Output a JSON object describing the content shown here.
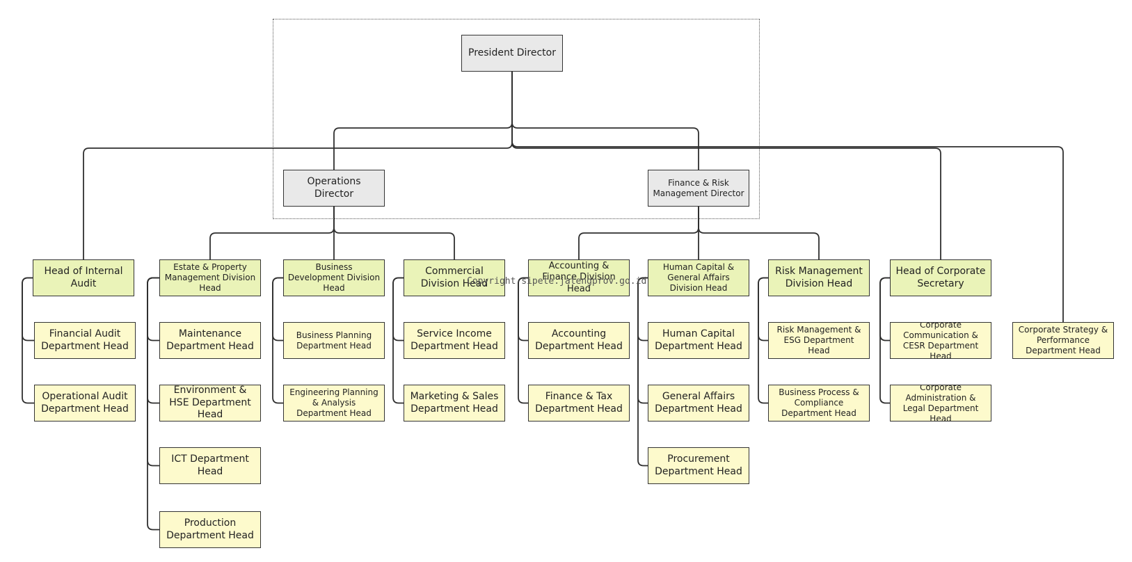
{
  "watermark": "Copyright sipete.jatengprov.go.id",
  "colors": {
    "director_fill": "#e9e9e9",
    "division_fill": "#eaf3b8",
    "department_fill": "#fdfacc",
    "line": "#2f2f2f"
  },
  "nodes": [
    {
      "id": "president",
      "label": "President Director",
      "level": "director"
    },
    {
      "id": "ops",
      "label": "Operations Director",
      "level": "director"
    },
    {
      "id": "fin",
      "label": "Finance & Risk Management Director",
      "level": "director"
    },
    {
      "id": "audit",
      "label": "Head of Internal Audit",
      "level": "division"
    },
    {
      "id": "fa",
      "label": "Financial Audit Department Head",
      "level": "department"
    },
    {
      "id": "oa",
      "label": "Operational Audit Department Head",
      "level": "department"
    },
    {
      "id": "estate",
      "label": "Estate & Property Management Division Head",
      "level": "division"
    },
    {
      "id": "maint",
      "label": "Maintenance Department Head",
      "level": "department"
    },
    {
      "id": "env",
      "label": "Environment & HSE Department Head",
      "level": "department"
    },
    {
      "id": "ict",
      "label": "ICT Department Head",
      "level": "department"
    },
    {
      "id": "prod",
      "label": "Production Department Head",
      "level": "department"
    },
    {
      "id": "bizdev",
      "label": "Business Development Division Head",
      "level": "division"
    },
    {
      "id": "bizplan",
      "label": "Business Planning Department Head",
      "level": "department"
    },
    {
      "id": "eng",
      "label": "Engineering Planning & Analysis Department Head",
      "level": "department"
    },
    {
      "id": "comm",
      "label": "Commercial Division Head",
      "level": "division"
    },
    {
      "id": "service",
      "label": "Service Income Department Head",
      "level": "department"
    },
    {
      "id": "market",
      "label": "Marketing & Sales Department Head",
      "level": "department"
    },
    {
      "id": "accfin",
      "label": "Accounting & Finance Division Head",
      "level": "division"
    },
    {
      "id": "acc",
      "label": "Accounting Department Head",
      "level": "department"
    },
    {
      "id": "tax",
      "label": "Finance & Tax Department Head",
      "level": "department"
    },
    {
      "id": "hc",
      "label": "Human Capital & General Affairs Division Head",
      "level": "division"
    },
    {
      "id": "hcd",
      "label": "Human Capital Department Head",
      "level": "department"
    },
    {
      "id": "ga",
      "label": "General Affairs Department Head",
      "level": "department"
    },
    {
      "id": "proc",
      "label": "Procurement Department Head",
      "level": "department"
    },
    {
      "id": "risk",
      "label": "Risk Management Division Head",
      "level": "division"
    },
    {
      "id": "esg",
      "label": "Risk Management & ESG Department Head",
      "level": "department"
    },
    {
      "id": "bpc",
      "label": "Business Process & Compliance Department Head",
      "level": "department"
    },
    {
      "id": "corpsec",
      "label": "Head of Corporate Secretary",
      "level": "division"
    },
    {
      "id": "cesr",
      "label": "Corporate Communication & CESR Department Head",
      "level": "department"
    },
    {
      "id": "legal",
      "label": "Corporate Administration & Legal Department Head",
      "level": "department"
    },
    {
      "id": "strategy",
      "label": "Corporate Strategy & Performance Department Head",
      "level": "department"
    }
  ],
  "edges": [
    [
      "president",
      "ops"
    ],
    [
      "president",
      "fin"
    ],
    [
      "president",
      "audit"
    ],
    [
      "president",
      "corpsec"
    ],
    [
      "president",
      "strategy"
    ],
    [
      "ops",
      "estate"
    ],
    [
      "ops",
      "bizdev"
    ],
    [
      "ops",
      "comm"
    ],
    [
      "fin",
      "accfin"
    ],
    [
      "fin",
      "hc"
    ],
    [
      "fin",
      "risk"
    ],
    [
      "audit",
      "fa"
    ],
    [
      "audit",
      "oa"
    ],
    [
      "estate",
      "maint"
    ],
    [
      "estate",
      "env"
    ],
    [
      "estate",
      "ict"
    ],
    [
      "estate",
      "prod"
    ],
    [
      "bizdev",
      "bizplan"
    ],
    [
      "bizdev",
      "eng"
    ],
    [
      "comm",
      "service"
    ],
    [
      "comm",
      "market"
    ],
    [
      "accfin",
      "acc"
    ],
    [
      "accfin",
      "tax"
    ],
    [
      "hc",
      "hcd"
    ],
    [
      "hc",
      "ga"
    ],
    [
      "hc",
      "proc"
    ],
    [
      "risk",
      "esg"
    ],
    [
      "risk",
      "bpc"
    ],
    [
      "corpsec",
      "cesr"
    ],
    [
      "corpsec",
      "legal"
    ]
  ]
}
